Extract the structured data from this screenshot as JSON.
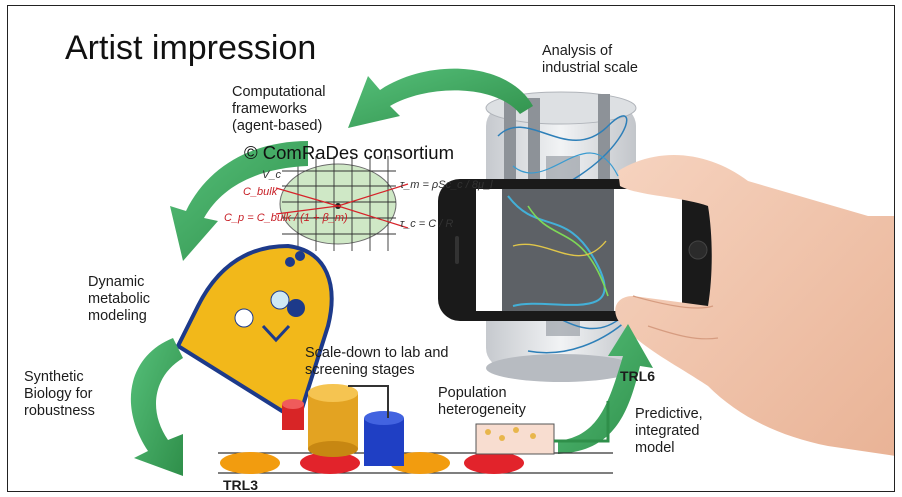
{
  "title": "Artist impression",
  "copyright": "© ComRaDes consortium",
  "labels": {
    "analysis": "Analysis of\nindustrial scale",
    "computational": "Computational\nframeworks\n(agent-based)",
    "dynamic": "Dynamic\nmetabolic\nmodeling",
    "synthetic": "Synthetic\nBiology for\nrobustness",
    "scale_down": "Scale-down to lab and\nscreening stages",
    "population": "Population\nheterogeneity",
    "predictive": "Predictive,\nintegrated\nmodel",
    "trl3": "TRL3",
    "trl6": "TRL6"
  },
  "equations": {
    "vc": "V_c",
    "cbulk": "C_bulk",
    "cp": "C_p = C_bulk / (1 + β_m)",
    "tau_m": "τ_m = ρSc_c / 8μ_l",
    "tau_c": "τ_c = C / R"
  },
  "colors": {
    "arrow_green": "#3aa55a",
    "cell_yellow": "#f2b81a",
    "tank_grey": "#c9ccd0",
    "disk_orange": "#f29c0f",
    "disk_red": "#e2232b",
    "phone_black": "#1a1a1a",
    "skin": "#f1c6ae",
    "grid_circle": "#cfe8c6"
  }
}
